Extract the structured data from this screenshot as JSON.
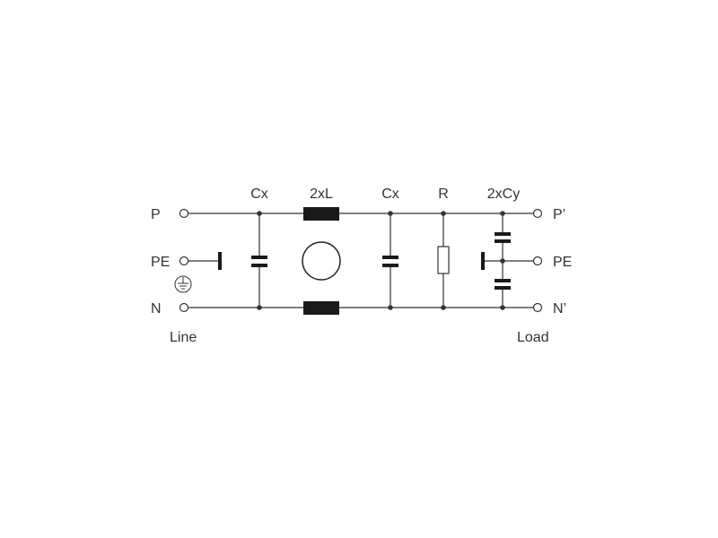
{
  "terminals": {
    "left": {
      "p": "P",
      "pe": "PE",
      "n": "N"
    },
    "right": {
      "p": "P’",
      "pe": "PE",
      "n": "N’"
    }
  },
  "components": {
    "cx_input": "Cx",
    "inductors": "2xL",
    "cx_output": "Cx",
    "resistor": "R",
    "cy": "2xCy"
  },
  "side_labels": {
    "line": "Line",
    "load": "Load"
  },
  "icons": {
    "earth": "earth-ground-icon"
  }
}
